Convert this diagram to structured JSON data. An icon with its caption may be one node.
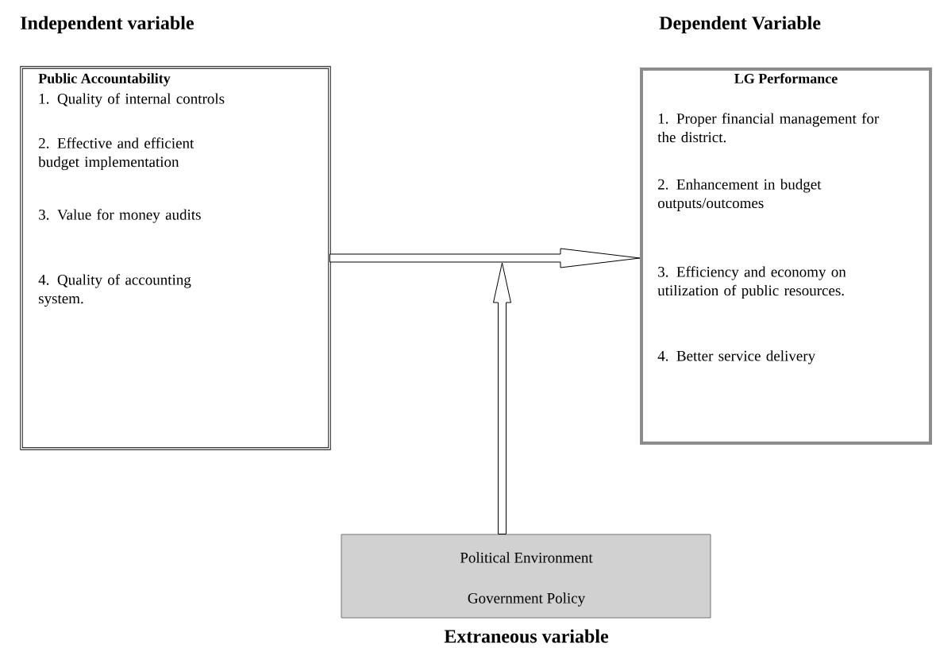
{
  "diagram": {
    "nodes": [
      {
        "text": [
          "Independent variable",
          "Public Accountability",
          "1.  Quality of internal controls",
          "2.  Effective and efficient budget implementation",
          "3.  Value for money audits",
          "4.  Quality of accounting system."
        ]
      },
      {
        "text": [
          "Dependent Variable",
          "LG Performance",
          "1.  Proper financial management for the district.",
          "2.  Enhancement in budget outputs/outcomes",
          "3.  Efficiency and economy on utilization of public resources.",
          "4.  Better service delivery"
        ]
      },
      {
        "text": [
          "Political Environment",
          "Government Policy",
          "Extraneous variable"
        ]
      }
    ],
    "edges": [
      {
        "from": 0,
        "to": 1,
        "arrow": "to"
      },
      {
        "from": 2,
        "to": null,
        "arrow": "to"
      }
    ]
  }
}
